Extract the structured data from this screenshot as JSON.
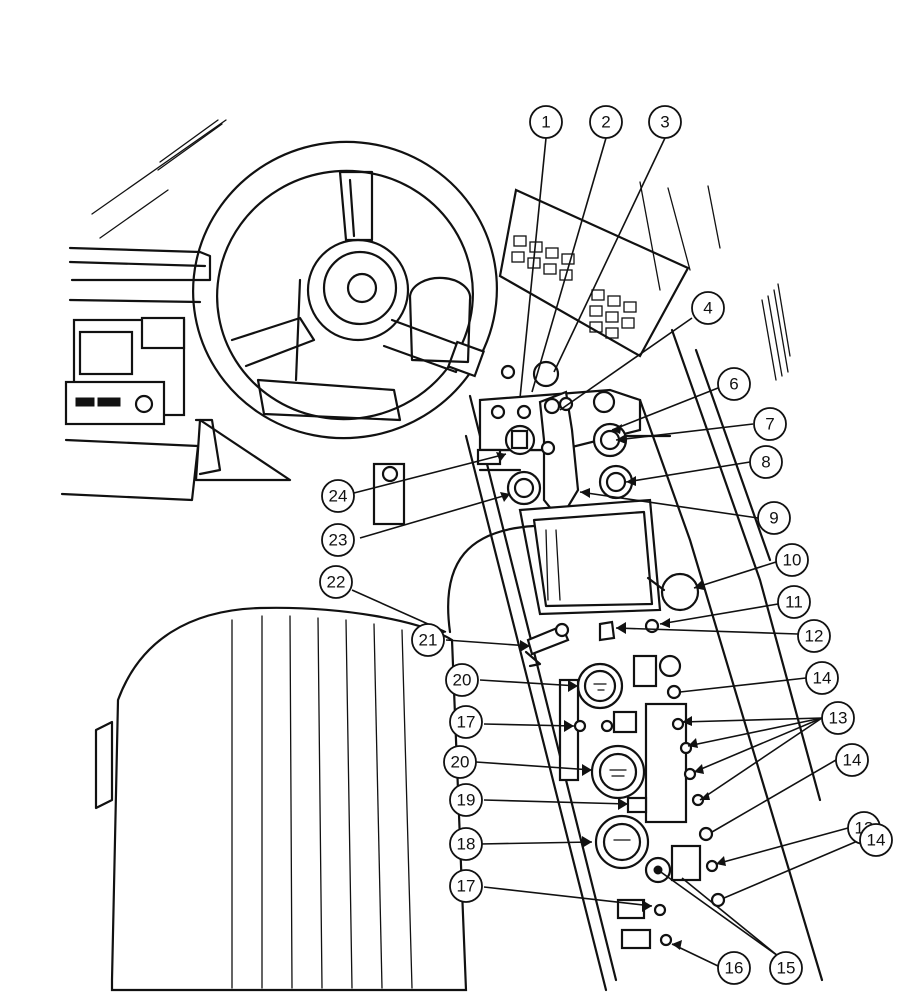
{
  "callouts": [
    {
      "id": "c1",
      "label": "1"
    },
    {
      "id": "c2",
      "label": "2"
    },
    {
      "id": "c3",
      "label": "3"
    },
    {
      "id": "c4",
      "label": "4"
    },
    {
      "id": "c6",
      "label": "6"
    },
    {
      "id": "c7",
      "label": "7"
    },
    {
      "id": "c8",
      "label": "8"
    },
    {
      "id": "c9",
      "label": "9"
    },
    {
      "id": "c10",
      "label": "10"
    },
    {
      "id": "c11",
      "label": "11"
    },
    {
      "id": "c12",
      "label": "12"
    },
    {
      "id": "c13a",
      "label": "13"
    },
    {
      "id": "c13b",
      "label": "13"
    },
    {
      "id": "c14a",
      "label": "14"
    },
    {
      "id": "c14b",
      "label": "14"
    },
    {
      "id": "c14c",
      "label": "14"
    },
    {
      "id": "c15",
      "label": "15"
    },
    {
      "id": "c16",
      "label": "16"
    },
    {
      "id": "c17a",
      "label": "17"
    },
    {
      "id": "c17b",
      "label": "17"
    },
    {
      "id": "c18",
      "label": "18"
    },
    {
      "id": "c19",
      "label": "19"
    },
    {
      "id": "c20a",
      "label": "20"
    },
    {
      "id": "c20b",
      "label": "20"
    },
    {
      "id": "c21",
      "label": "21"
    },
    {
      "id": "c22",
      "label": "22"
    },
    {
      "id": "c23",
      "label": "23"
    },
    {
      "id": "c24",
      "label": "24"
    }
  ]
}
